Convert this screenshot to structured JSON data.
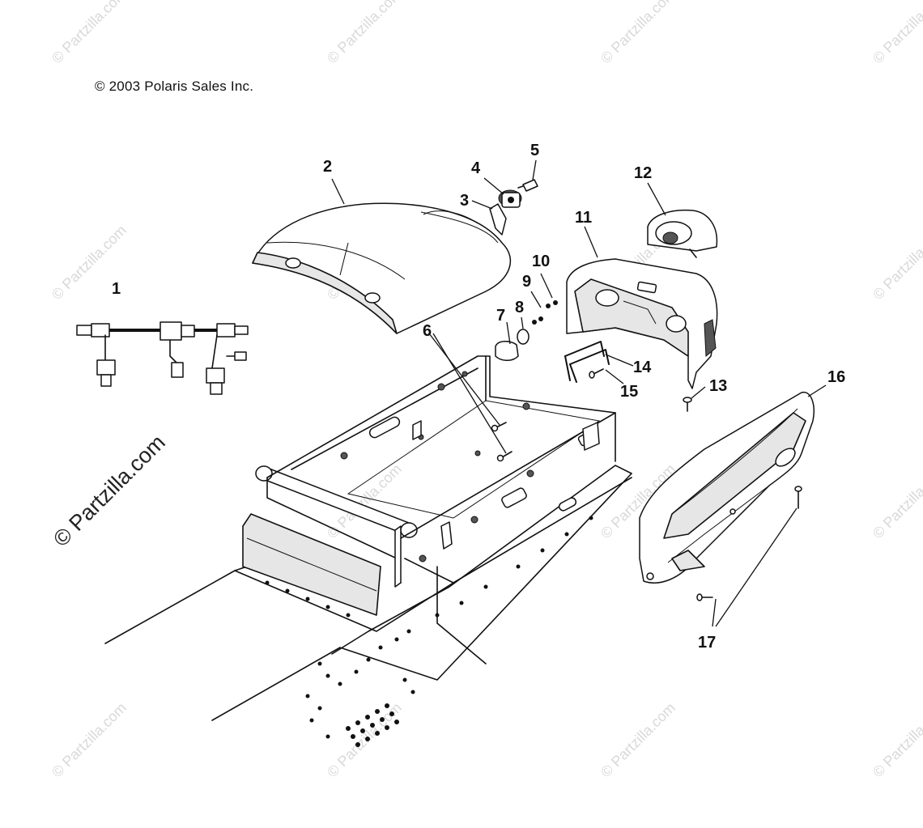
{
  "copyright": "© 2003 Polaris Sales Inc.",
  "watermark": {
    "main": "© Partzilla.com",
    "tile": "© Partzilla.com",
    "color": "#d9d9d9"
  },
  "callouts": [
    "1",
    "2",
    "3",
    "4",
    "5",
    "6",
    "7",
    "8",
    "9",
    "10",
    "11",
    "12",
    "13",
    "14",
    "15",
    "16",
    "17"
  ],
  "parts": [
    {
      "number": "1",
      "icon": "wiring-harness-icon"
    },
    {
      "number": "2",
      "icon": "seat-cushion-icon"
    },
    {
      "number": "3",
      "icon": "latch-bracket-icon"
    },
    {
      "number": "4",
      "icon": "lock-cylinder-icon"
    },
    {
      "number": "5",
      "icon": "key-icon"
    },
    {
      "number": "6",
      "icon": "screw-icon"
    },
    {
      "number": "7",
      "icon": "light-socket-icon"
    },
    {
      "number": "8",
      "icon": "bulb-icon"
    },
    {
      "number": "9",
      "icon": "nut-icon"
    },
    {
      "number": "10",
      "icon": "nut-icon"
    },
    {
      "number": "11",
      "icon": "taillight-housing-icon"
    },
    {
      "number": "12",
      "icon": "taillight-lens-icon"
    },
    {
      "number": "13",
      "icon": "screw-icon"
    },
    {
      "number": "14",
      "icon": "bracket-icon"
    },
    {
      "number": "15",
      "icon": "rivet-icon"
    },
    {
      "number": "16",
      "icon": "side-panel-icon"
    },
    {
      "number": "17",
      "icon": "rivet-icon"
    }
  ]
}
